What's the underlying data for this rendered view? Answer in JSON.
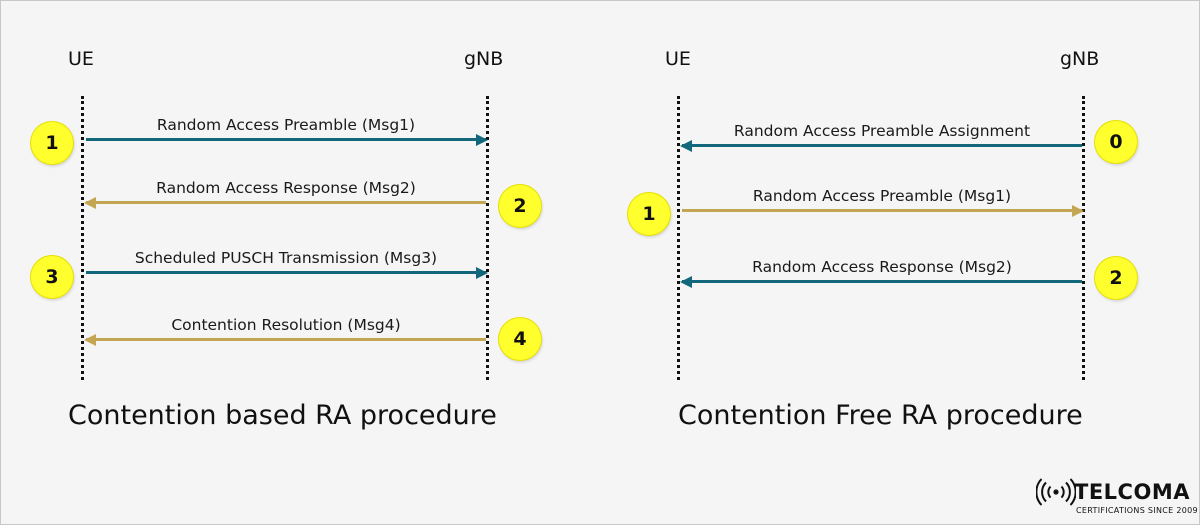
{
  "colors": {
    "teal": "#12677a",
    "gold": "#c4a552",
    "badge": "#ffff2e"
  },
  "left": {
    "ue_label": "UE",
    "gnb_label": "gNB",
    "caption": "Contention based RA procedure",
    "messages": [
      {
        "text": "Random Access Preamble (Msg1)",
        "direction": "to-gnb",
        "color": "teal"
      },
      {
        "text": "Random Access Response (Msg2)",
        "direction": "to-ue",
        "color": "gold"
      },
      {
        "text": "Scheduled PUSCH Transmission (Msg3)",
        "direction": "to-gnb",
        "color": "teal"
      },
      {
        "text": "Contention Resolution (Msg4)",
        "direction": "to-ue",
        "color": "gold"
      }
    ],
    "badges": [
      "1",
      "2",
      "3",
      "4"
    ]
  },
  "right": {
    "ue_label": "UE",
    "gnb_label": "gNB",
    "caption": "Contention Free RA procedure",
    "messages": [
      {
        "text": "Random Access Preamble Assignment",
        "direction": "to-ue",
        "color": "teal"
      },
      {
        "text": "Random Access Preamble (Msg1)",
        "direction": "to-gnb",
        "color": "gold"
      },
      {
        "text": "Random Access Response (Msg2)",
        "direction": "to-ue",
        "color": "teal"
      }
    ],
    "badges": [
      "0",
      "1",
      "2"
    ]
  },
  "logo": {
    "name": "TELCOMA",
    "tagline": "CERTIFICATIONS SINCE 2009"
  }
}
